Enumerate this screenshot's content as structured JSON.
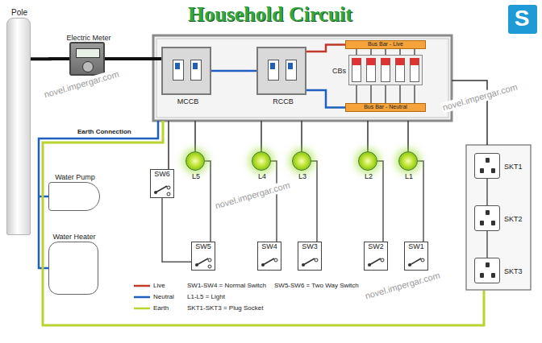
{
  "diagram": {
    "title": "Household Circuit",
    "nodes": [
      {
        "text": [
          "Pole"
        ]
      },
      {
        "text": [
          "Electric Meter"
        ]
      },
      {
        "text": [
          "MCCB"
        ]
      },
      {
        "text": [
          "RCCB"
        ]
      },
      {
        "text": [
          "Bus Bar - Live"
        ]
      },
      {
        "text": [
          "CBs"
        ]
      },
      {
        "text": [
          "Bus Bar - Neutral"
        ]
      },
      {
        "text": [
          "Water Pump"
        ]
      },
      {
        "text": [
          "Water Heater"
        ]
      },
      {
        "text": [
          "L5"
        ]
      },
      {
        "text": [
          "L4"
        ]
      },
      {
        "text": [
          "L3"
        ]
      },
      {
        "text": [
          "L2"
        ]
      },
      {
        "text": [
          "L1"
        ]
      },
      {
        "text": [
          "SW6"
        ]
      },
      {
        "text": [
          "SW5"
        ]
      },
      {
        "text": [
          "SW4"
        ]
      },
      {
        "text": [
          "SW3"
        ]
      },
      {
        "text": [
          "SW2"
        ]
      },
      {
        "text": [
          "SW1"
        ]
      },
      {
        "text": [
          "SKT1"
        ]
      },
      {
        "text": [
          "SKT2"
        ]
      },
      {
        "text": [
          "SKT3"
        ]
      },
      {
        "text": [
          "S"
        ]
      }
    ],
    "edges": [
      {
        "from": 0,
        "to": 1,
        "arrow": "none"
      },
      {
        "from": 1,
        "to": 2,
        "arrow": "none"
      },
      {
        "from": 2,
        "to": 3,
        "arrow": "none"
      },
      {
        "from": 3,
        "to": 4,
        "arrow": "none"
      },
      {
        "from": 3,
        "to": 6,
        "arrow": "none"
      },
      {
        "from": 14,
        "to": 15,
        "arrow": "none"
      },
      {
        "from": 9,
        "to": 15,
        "arrow": "none"
      },
      {
        "from": 10,
        "to": 16,
        "arrow": "none"
      },
      {
        "from": 11,
        "to": 17,
        "arrow": "none"
      },
      {
        "from": 12,
        "to": 18,
        "arrow": "none"
      },
      {
        "from": 13,
        "to": 19,
        "arrow": "none"
      },
      {
        "from": 20,
        "to": 21,
        "arrow": "none"
      },
      {
        "from": 21,
        "to": 22,
        "arrow": "none"
      }
    ],
    "labels": [
      "Earth Connection",
      "SW1-SW4 = Normal Switch",
      "SW5-SW6 = Two Way Switch",
      "L1-L5 = Light",
      "SKT1-SKT3 = Plug Socket",
      "novel.impergar.com",
      "novel.impergar.com",
      "novel.impergar.com",
      "novel.impergar.com"
    ],
    "legend": [
      {
        "text": "Live"
      },
      {
        "text": "Neutral"
      },
      {
        "text": "Earth"
      }
    ]
  }
}
